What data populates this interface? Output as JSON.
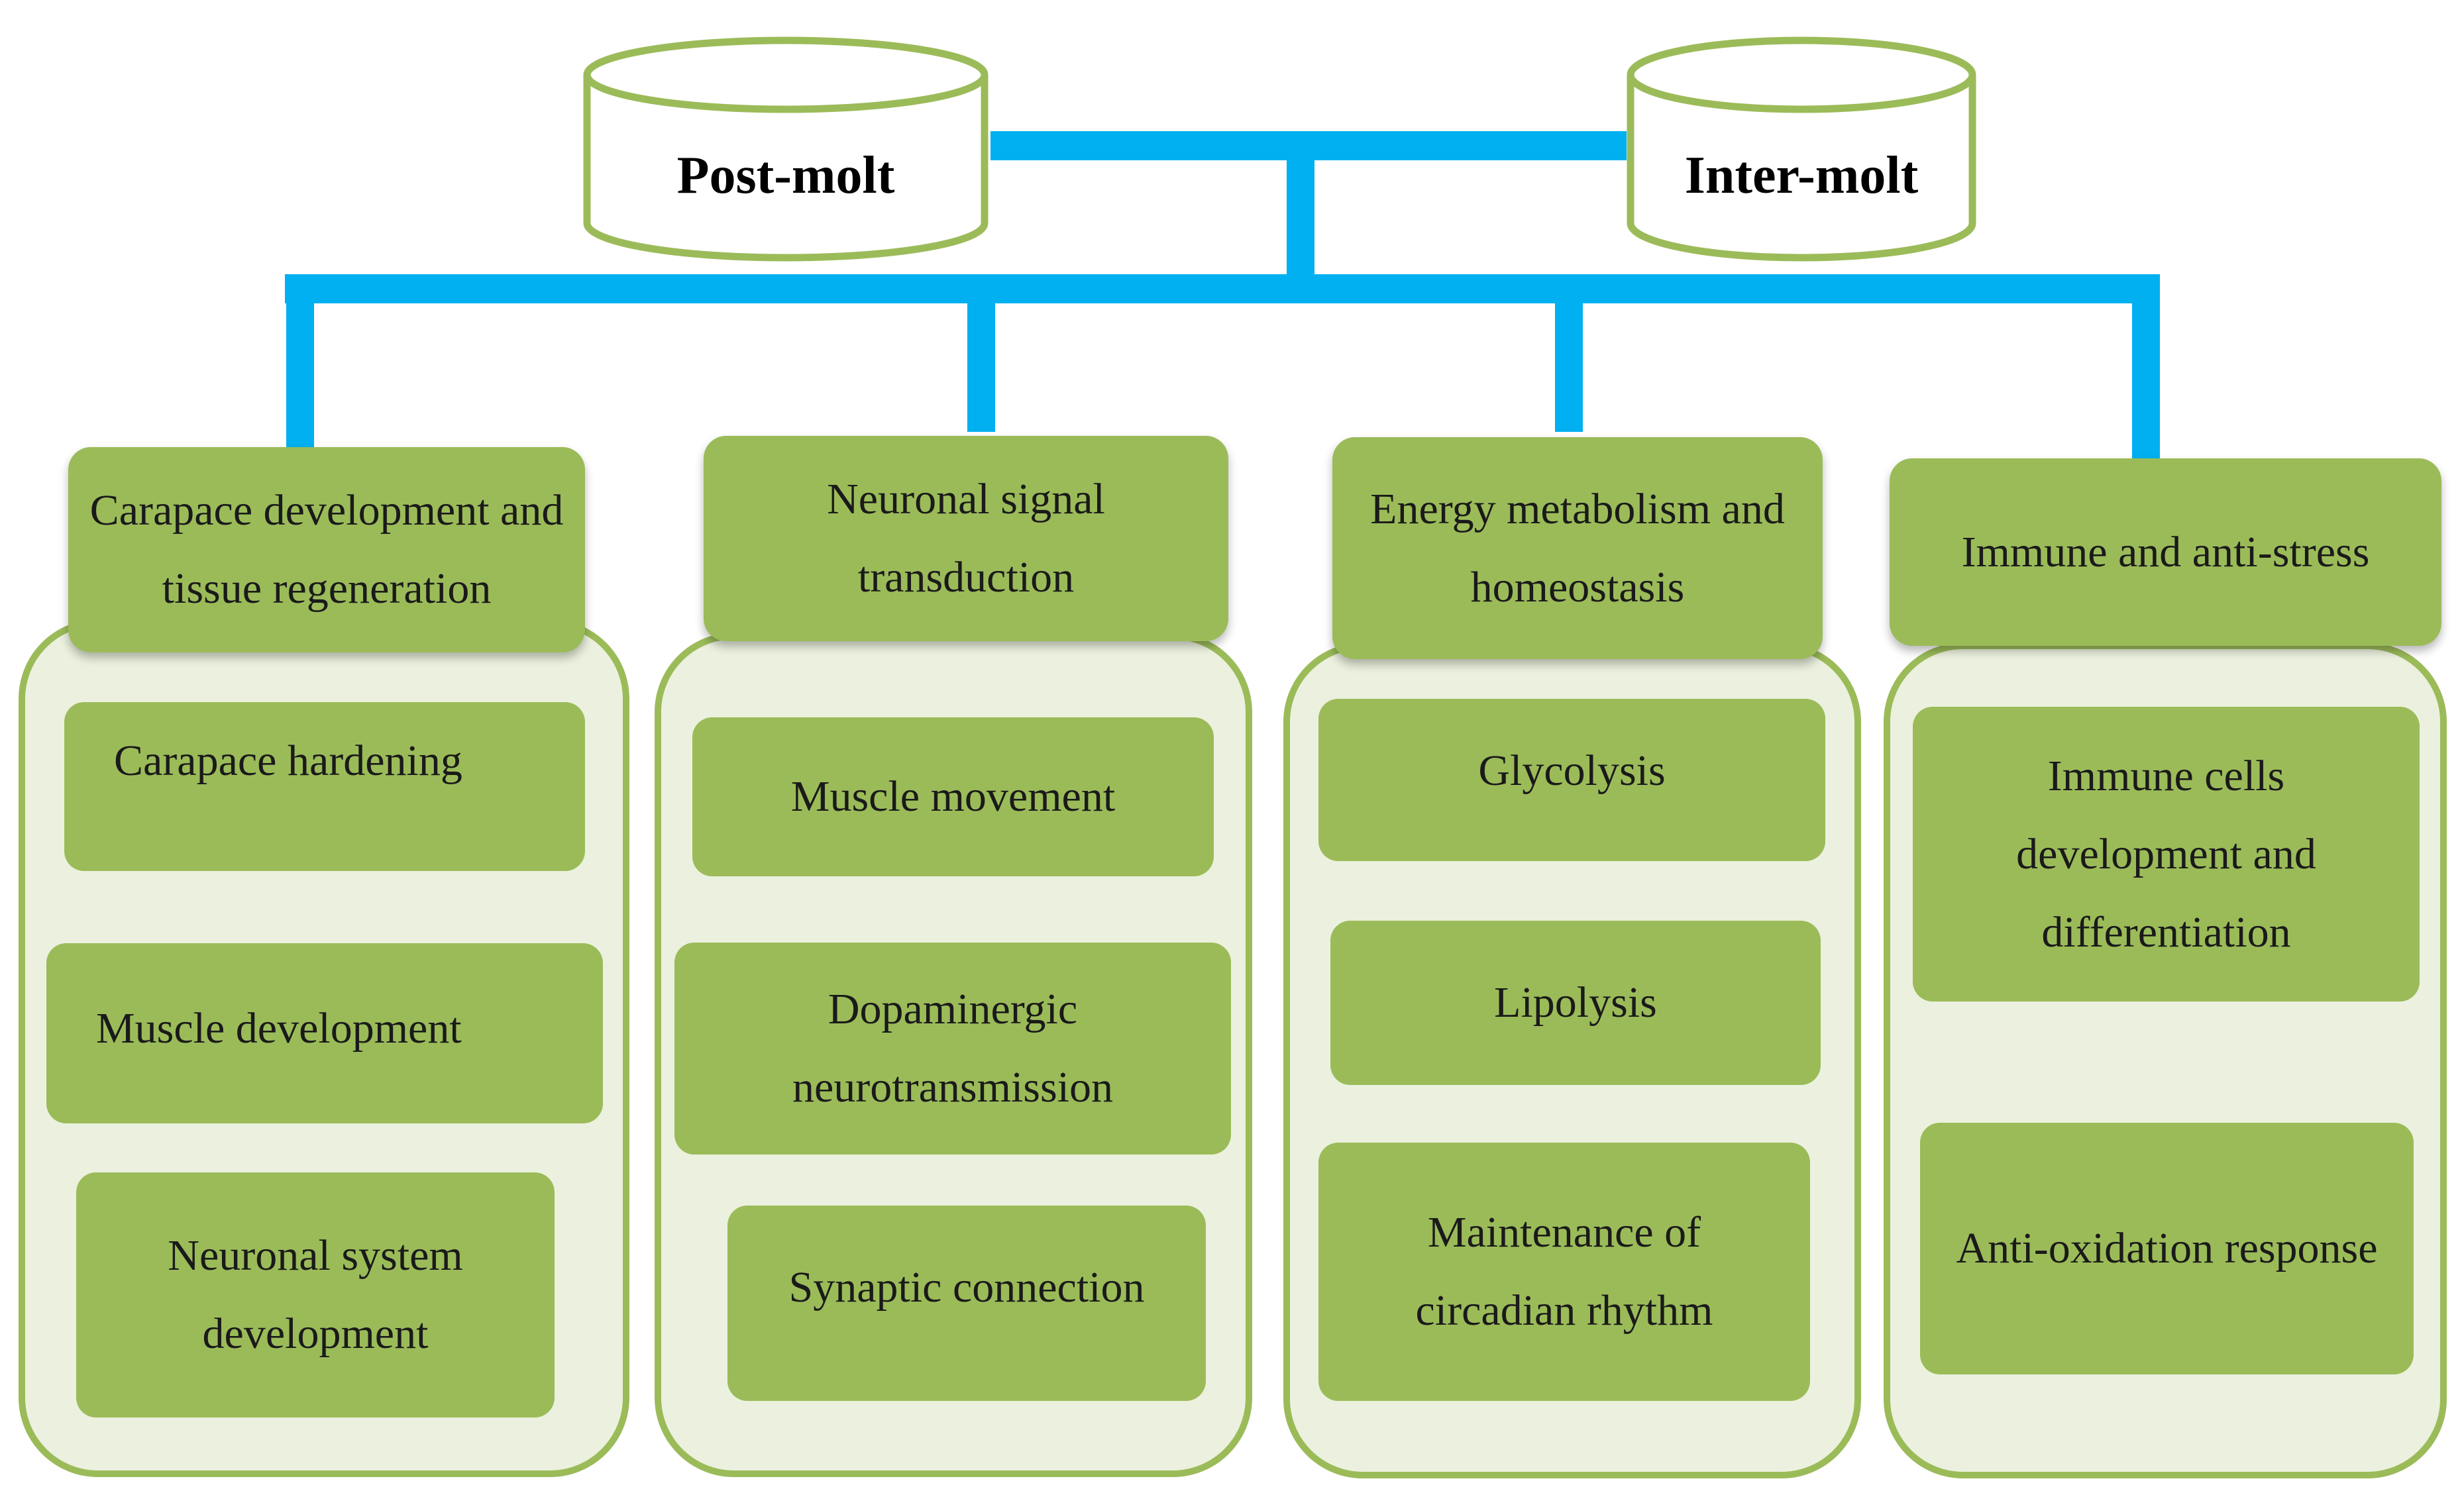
{
  "drums": [
    {
      "label": "Post-molt"
    },
    {
      "label": "Inter-molt"
    }
  ],
  "groups": [
    {
      "title": "Carapace development and tissue regeneration",
      "items": [
        "Carapace hardening",
        "Muscle development",
        "Neuronal system development"
      ]
    },
    {
      "title": "Neuronal signal transduction",
      "items": [
        "Muscle movement",
        "Dopaminergic neurotransmission",
        "Synaptic connection"
      ]
    },
    {
      "title": "Energy metabolism and homeostasis",
      "items": [
        "Glycolysis",
        "Lipolysis",
        "Maintenance of circadian rhythm"
      ]
    },
    {
      "title": "Immune and anti-stress",
      "items": [
        "Immune cells development and differentiation",
        "Anti-oxidation response"
      ]
    }
  ],
  "colors": {
    "connector": "#00b0f0",
    "box_fill": "#9bbb59",
    "panel_fill": "#ebf1de",
    "drum_stroke": "#9bbb59"
  }
}
